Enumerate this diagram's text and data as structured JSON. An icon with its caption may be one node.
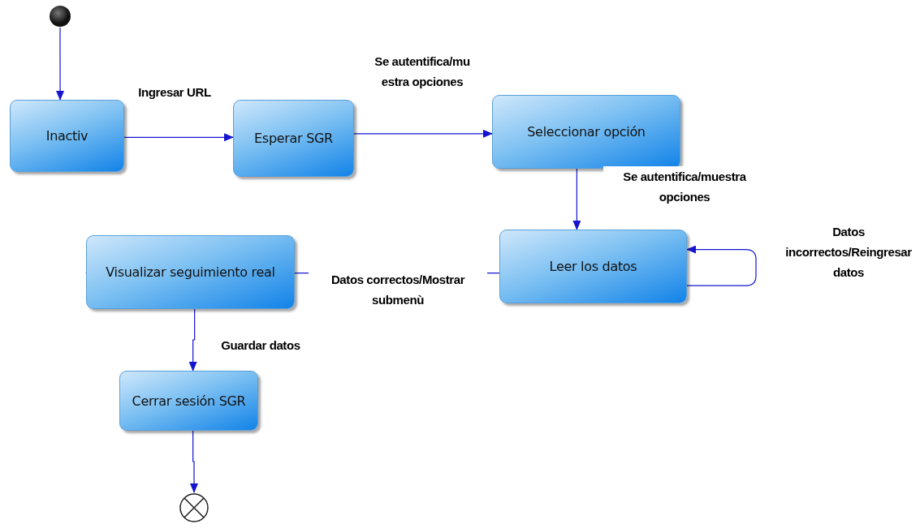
{
  "diagram": {
    "nodes": [
      {
        "text": [],
        "shape": "circle"
      },
      {
        "text": [
          "Inactiv"
        ]
      },
      {
        "text": [
          "Esperar SGR"
        ]
      },
      {
        "text": [
          "Seleccionar opción"
        ]
      },
      {
        "text": [
          "Leer los datos"
        ]
      },
      {
        "text": [
          "Visualizar seguimiento real"
        ]
      },
      {
        "text": [
          "Cerrar sesión SGR"
        ]
      },
      {
        "text": [],
        "shape": "end-circle"
      }
    ],
    "edges": [
      {
        "from": 0,
        "to": 1,
        "arrow": "to"
      },
      {
        "from": 1,
        "to": 2,
        "arrow": "to",
        "label": "Ingresar URL"
      },
      {
        "from": 2,
        "to": 3,
        "arrow": "to",
        "label": "Se autentifica/mu estra opciones"
      },
      {
        "from": 3,
        "to": 4,
        "arrow": "to",
        "label": "Se autentifica/muestra opciones"
      },
      {
        "from": 4,
        "to": 4,
        "arrow": "to",
        "label": "Datos incorrectos/Reingresar datos"
      },
      {
        "from": 4,
        "to": 5,
        "arrow": "to",
        "label": "Datos correctos/Mostrar submenù"
      },
      {
        "from": 5,
        "to": 6,
        "arrow": "to",
        "label": "Guardar datos"
      },
      {
        "from": 6,
        "to": 7,
        "arrow": "to"
      }
    ]
  }
}
